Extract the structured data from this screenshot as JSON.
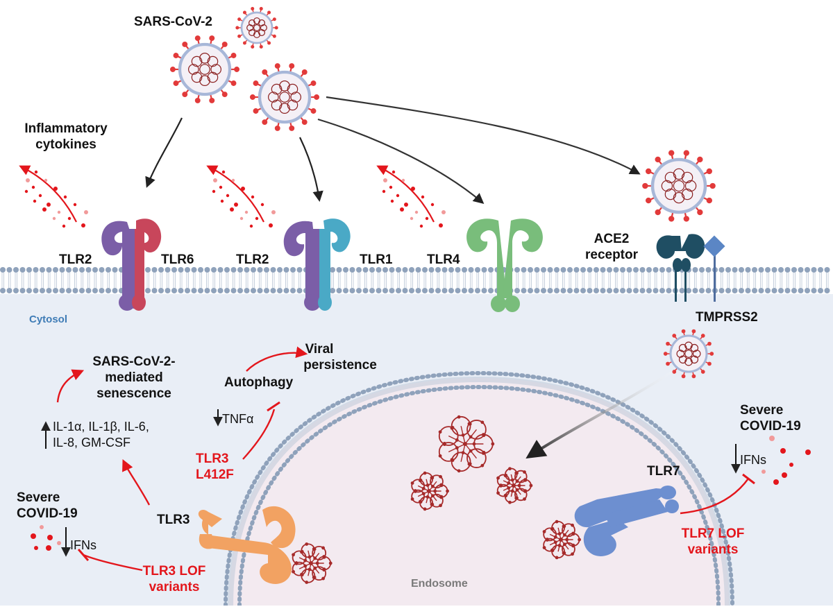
{
  "labels": {
    "virus": "SARS-CoV-2",
    "inflammatory_1": "Inflammatory",
    "inflammatory_2": "cytokines",
    "tlr2_a": "TLR2",
    "tlr6": "TLR6",
    "tlr2_b": "TLR2",
    "tlr1": "TLR1",
    "tlr4": "TLR4",
    "ace2_1": "ACE2",
    "ace2_2": "receptor",
    "tmprss2": "TMPRSS2",
    "cytosol": "Cytosol",
    "viral_1": "Viral",
    "viral_2": "persistence",
    "autophagy": "Autophagy",
    "tnfa": "TNFα",
    "tlr3_l412f_1": "TLR3",
    "tlr3_l412f_2": "L412F",
    "senescence_1": "SARS-CoV-2-",
    "senescence_2": "mediated",
    "senescence_3": "senescence",
    "cytokines_1": "IL-1α, IL-1β, IL-6,",
    "cytokines_2": "IL-8, GM-CSF",
    "severe_left_1": "Severe",
    "severe_left_2": "COVID-19",
    "ifns_left": "IFNs",
    "tlr3": "TLR3",
    "tlr3_lof_1": "TLR3 LOF",
    "tlr3_lof_2": "variants",
    "endosome": "Endosome",
    "tlr7": "TLR7",
    "severe_right_1": "Severe",
    "severe_right_2": "COVID-19",
    "ifns_right": "IFNs",
    "tlr7_lof_1": "TLR7 LOF",
    "tlr7_lof_2": "variants"
  },
  "colors": {
    "red": "#e3161c",
    "cytosol_bg": "#e9eef6",
    "endosome_bg": "#f3eaf0",
    "membrane": "#8fa2bb",
    "tlr2": "#7b5ea7",
    "tlr6": "#c8465b",
    "tlr1": "#4aa9c6",
    "tlr4": "#79bd7b",
    "ace2": "#1f4e63",
    "tmprss2": "#5b86c5",
    "tlr3": "#f2a262",
    "tlr7": "#6d8fd0",
    "rna": "#a62a2a",
    "virus_spike": "#e23a3a"
  }
}
